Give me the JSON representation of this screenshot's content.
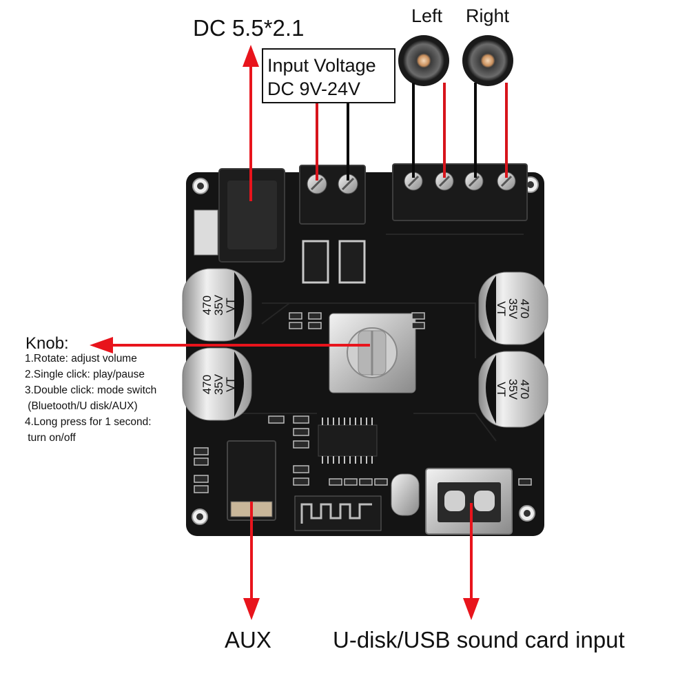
{
  "labels": {
    "dc_jack": "DC 5.5*2.1",
    "input_voltage_line1": "Input Voltage",
    "input_voltage_line2": "DC 9V-24V",
    "left": "Left",
    "right": "Right",
    "knob_title": "Knob:",
    "knob_notes": [
      "1.Rotate: adjust volume",
      "2.Single click: play/pause",
      "3.Double click: mode switch",
      " (Bluetooth/U disk/AUX)",
      "4.Long press for 1 second:",
      " turn on/off"
    ],
    "aux": "AUX",
    "usb_input": "U-disk/USB sound card input"
  },
  "capacitors": [
    {
      "top": "470",
      "mid": "35V",
      "bot": "VT"
    },
    {
      "top": "470",
      "mid": "35V",
      "bot": "VT"
    },
    {
      "top": "470",
      "mid": "35V",
      "bot": "VT"
    },
    {
      "top": "470",
      "mid": "35V",
      "bot": "VT"
    }
  ],
  "colors": {
    "board": "#121212",
    "arrow": "#e8141c",
    "wire_red": "#d7141b",
    "wire_black": "#0a0a0a",
    "metal": "#c9c9c9"
  }
}
